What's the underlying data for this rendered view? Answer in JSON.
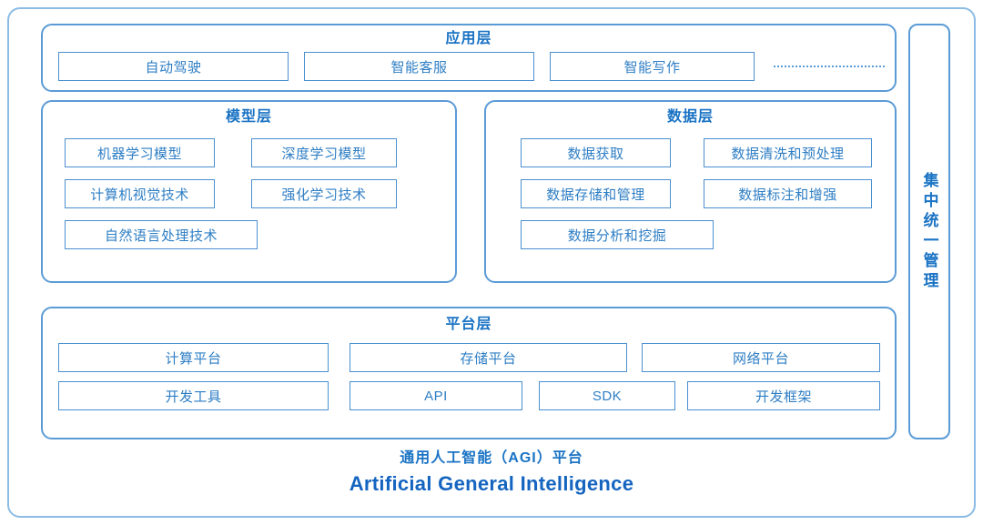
{
  "colors": {
    "outer_frame": "#8cbce4",
    "layer_border": "#5b9bd5",
    "box_border": "#4a8fd0",
    "title_text": "#1a73c4",
    "box_text": "#2e7ec4",
    "footer_en_text": "#1565c0"
  },
  "application_layer": {
    "title": "应用层",
    "items": [
      {
        "label": "自动驾驶"
      },
      {
        "label": "智能客服"
      },
      {
        "label": "智能写作"
      }
    ],
    "ellipsis": "dotted-line-ellipsis"
  },
  "model_layer": {
    "title": "模型层",
    "items": [
      {
        "label": "机器学习模型"
      },
      {
        "label": "深度学习模型"
      },
      {
        "label": "计算机视觉技术"
      },
      {
        "label": "强化学习技术"
      },
      {
        "label": "自然语言处理技术"
      }
    ]
  },
  "data_layer": {
    "title": "数据层",
    "items": [
      {
        "label": "数据获取"
      },
      {
        "label": "数据清洗和预处理"
      },
      {
        "label": "数据存储和管理"
      },
      {
        "label": "数据标注和增强"
      },
      {
        "label": "数据分析和挖掘"
      }
    ]
  },
  "platform_layer": {
    "title": "平台层",
    "items": [
      {
        "label": "计算平台"
      },
      {
        "label": "存储平台"
      },
      {
        "label": "网络平台"
      },
      {
        "label": "开发工具"
      },
      {
        "label": "API"
      },
      {
        "label": "SDK"
      },
      {
        "label": "开发框架"
      }
    ]
  },
  "management_bar": {
    "label": "集中统一管理"
  },
  "footer": {
    "chinese": "通用人工智能（AGI）平台",
    "english": "Artificial General Intelligence"
  }
}
